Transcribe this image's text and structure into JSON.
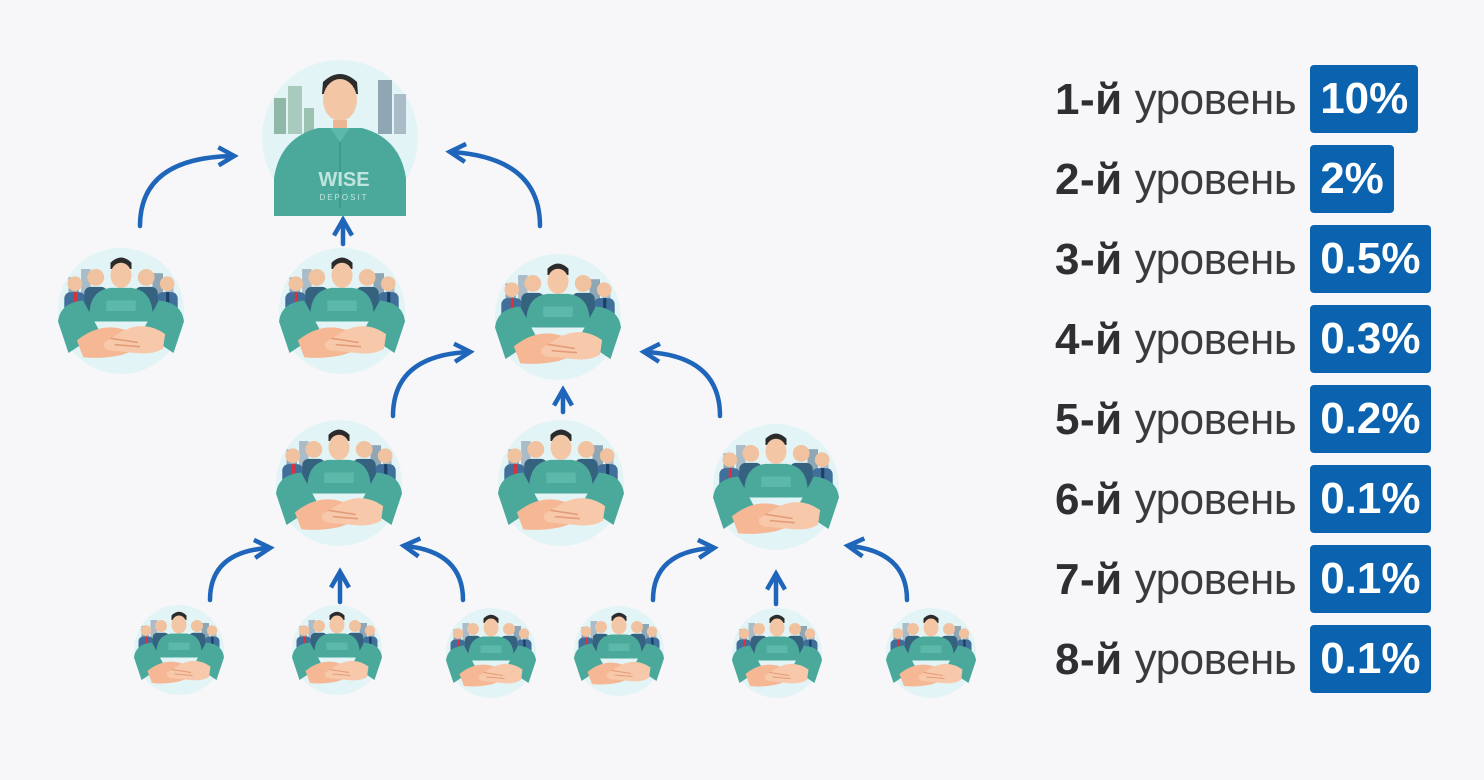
{
  "logo": {
    "line1": "WISE",
    "line2": "DEPOSIT"
  },
  "level_word": "уровень",
  "levels": [
    {
      "num": "1-й",
      "rate": "10%"
    },
    {
      "num": "2-й",
      "rate": "2%"
    },
    {
      "num": "3-й",
      "rate": "0.5%"
    },
    {
      "num": "4-й",
      "rate": "0.3%"
    },
    {
      "num": "5-й",
      "rate": "0.2%"
    },
    {
      "num": "6-й",
      "rate": "0.1%"
    },
    {
      "num": "7-й",
      "rate": "0.1%"
    },
    {
      "num": "8-й",
      "rate": "0.1%"
    }
  ],
  "colors": {
    "accent": "#0b63b0",
    "arrow": "#1f66ba",
    "shirt": "#4aa99b",
    "hand": "#f5b794",
    "building": "#8fa7b5"
  }
}
